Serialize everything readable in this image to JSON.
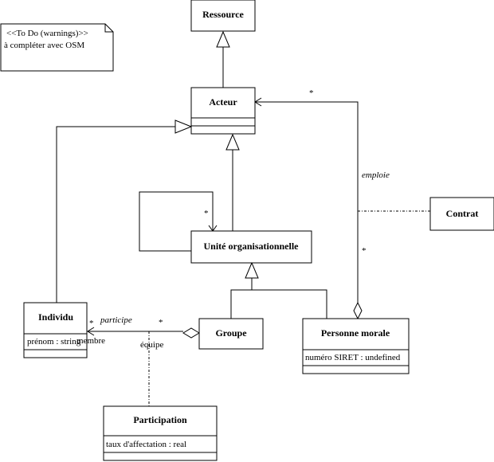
{
  "note": {
    "line1": "<<To Do (warnings)>>",
    "line2": "à compléter avec OSM"
  },
  "classes": {
    "ressource": {
      "name": "Ressource"
    },
    "acteur": {
      "name": "Acteur"
    },
    "unite": {
      "name": "Unité organisationnelle"
    },
    "contrat": {
      "name": "Contrat"
    },
    "individu": {
      "name": "Individu",
      "attr": "prénom : string"
    },
    "groupe": {
      "name": "Groupe"
    },
    "personne": {
      "name": "Personne morale",
      "attr": "numéro SIRET : undefined"
    },
    "participation": {
      "name": "Participation",
      "attr": "taux d'affectation : real"
    }
  },
  "labels": {
    "emploie": "emploie",
    "mult_acteur": "*",
    "mult_personne": "*",
    "mult_self": "*",
    "participe": "participe",
    "mult_individu": "*",
    "mult_groupe": "*",
    "membre": "membre",
    "equipe": "équipe"
  }
}
